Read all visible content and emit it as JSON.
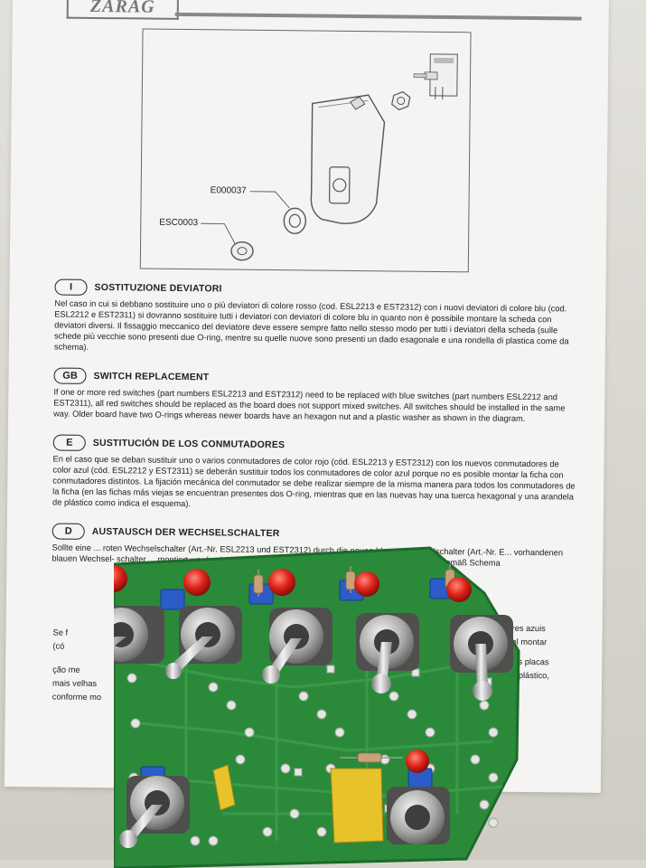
{
  "brand": {
    "logo_text": "ZARAG"
  },
  "diagram": {
    "label_a": "E000037",
    "label_b": "ESC0003"
  },
  "sections": [
    {
      "badge": "I",
      "title": "SOSTITUZIONE DEVIATORI",
      "text": "Nel caso in cui si debbano sostituire uno o più deviatori di colore rosso (cod. ESL2213 e EST2312) con i nuovi deviatori di colore blu (cod. ESL2212 e EST2311) si dovranno sostituire tutti i deviatori con deviatori di colore blu in quanto non è possibile montare la scheda con deviatori diversi. Il fissaggio meccanico del deviatore deve essere sempre fatto nello stesso modo per tutti i deviatori della scheda (sulle schede più vecchie sono presenti due O-ring, mentre su quelle nuove sono presenti un dado esagonale e una rondella di plastica come da schema)."
    },
    {
      "badge": "GB",
      "title": "SWITCH REPLACEMENT",
      "text": "If one or more red switches (part numbers ESL2213 and EST2312) need to be replaced with blue switches (part numbers ESL2212 and EST2311), all red switches should be replaced as the board does not support mixed switches. All switches should be installed in the same way. Older board have two O-rings whereas newer boards have an hexagon nut and a plastic washer as shown in the diagram."
    },
    {
      "badge": "E",
      "title": "SUSTITUCIÓN DE LOS CONMUTADORES",
      "text": "En el caso que se deban sustituir uno o varios conmutadores de color rojo (cód. ESL2213 y EST2312) con los nuevos conmutadores de color azul (cód. ESL2212 y EST2311) se deberán sustituir todos los conmutadores de color azul porque no es posible montar la ficha con conmutadores distintos. La fijación mecánica del conmutador se debe realizar siempre de la misma manera para todos los conmutadores de la ficha (en las fichas más viejas se encuentran presentes dos O-ring, mientras que en las nuevas hay una tuerca hexagonal y una arandela de plástico como indica el esquema)."
    },
    {
      "badge": "D",
      "title": "AUSTAUSCH DER WECHSELSCHALTER",
      "text": "Sollte eine ... roten Wechselschalter (Art.-Nr. ESL2213 und EST2312) durch die neuen blauen Wechselschalter (Art.-Nr. E... vorhandenen blauen Wechsel- schalter ... montiert werden kann. Die me... in der gleichen Weise erfolgen ... dagegen, gemäß Schema"
    }
  ],
  "fragments": {
    "pt_lines": [
      "Se f",
      "(có",
      "",
      "ção me",
      "mais velhas",
      "conforme mo"
    ],
    "pt_right": [
      "res azuis",
      "el montar",
      "",
      "las placas",
      "e plástico,"
    ]
  },
  "colors": {
    "paper": "#f4f4f2",
    "pcb": "#2a8a3a",
    "led": "#e0241a",
    "trimmer": "#2b5cc8",
    "capacitor": "#e8c22a"
  }
}
